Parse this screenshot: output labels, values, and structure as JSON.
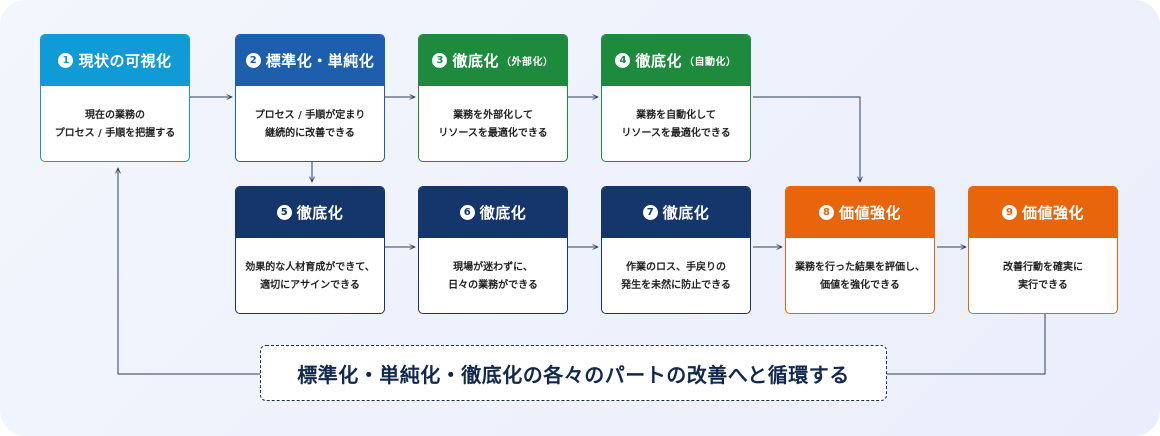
{
  "colors": {
    "light_blue": "#119bd6",
    "mid_blue": "#1d5fac",
    "green": "#1d8a3e",
    "navy": "#15366a",
    "orange": "#e8650c",
    "line": "#2d3f5e",
    "text_dark": "#12284d"
  },
  "steps": [
    {
      "num": "1",
      "title": "現状の可視化",
      "sub": "",
      "body": "現在の業務の\nプロセス / 手順を把握する",
      "color": "#119bd6"
    },
    {
      "num": "2",
      "title": "標準化・単純化",
      "sub": "",
      "body": "プロセス / 手順が定まり\n継続的に改善できる",
      "color": "#1d5fac"
    },
    {
      "num": "3",
      "title": "徹底化",
      "sub": "（外部化）",
      "body": "業務を外部化して\nリソースを最適化できる",
      "color": "#1d8a3e"
    },
    {
      "num": "4",
      "title": "徹底化",
      "sub": "（自動化）",
      "body": "業務を自動化して\nリソースを最適化できる",
      "color": "#1d8a3e"
    },
    {
      "num": "5",
      "title": "徹底化",
      "sub": "",
      "body": "効果的な人材育成ができて、\n適切にアサインできる",
      "color": "#15366a"
    },
    {
      "num": "6",
      "title": "徹底化",
      "sub": "",
      "body": "現場が迷わずに、\n日々の業務ができる",
      "color": "#15366a"
    },
    {
      "num": "7",
      "title": "徹底化",
      "sub": "",
      "body": "作業のロス、手戻りの\n発生を未然に防止できる",
      "color": "#15366a"
    },
    {
      "num": "8",
      "title": "価値強化",
      "sub": "",
      "body": "業務を行った結果を評価し、\n価値を強化できる",
      "color": "#e8650c"
    },
    {
      "num": "9",
      "title": "価値強化",
      "sub": "",
      "body": "改善行動を確実に\n実行できる",
      "color": "#e8650c"
    }
  ],
  "footer": {
    "text": "標準化・単純化・徹底化の各々のパートの改善へと循環する"
  }
}
